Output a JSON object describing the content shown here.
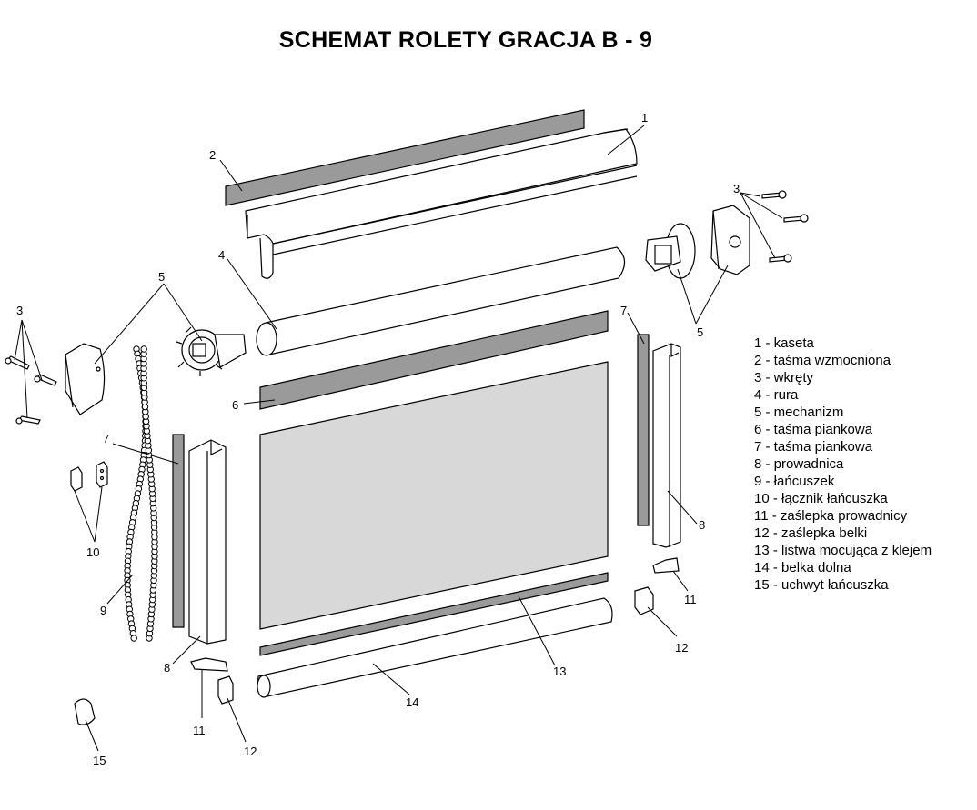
{
  "title": "SCHEMAT ROLETY GRACJA B - 9",
  "legend": [
    "1 - kaseta",
    "2 - taśma wzmocniona",
    "3 - wkręty",
    "4 - rura",
    "5 - mechanizm",
    "6 - taśma piankowa",
    "7 - taśma piankowa",
    "8 - prowadnica",
    "9 - łańcuszek",
    "10 - łącznik łańcuszka",
    "11 - zaślepka prowadnicy",
    "12 - zaślepka belki",
    "13 - listwa mocująca z klejem",
    "14 - belka dolna",
    "15 - uchwyt łańcuszka"
  ],
  "callouts": {
    "c1": "1",
    "c2": "2",
    "c3l": "3",
    "c3r": "3",
    "c4": "4",
    "c5l": "5",
    "c5r": "5",
    "c6": "6",
    "c7l": "7",
    "c7r": "7",
    "c8l": "8",
    "c8r": "8",
    "c9": "9",
    "c10": "10",
    "c11l": "11",
    "c11r": "11",
    "c12l": "12",
    "c12r": "12",
    "c13": "13",
    "c14": "14",
    "c15": "15"
  },
  "colors": {
    "line": "#000000",
    "fabric": "#d8d8d8",
    "tape": "#9a9a9a",
    "part": "#ffffff"
  }
}
